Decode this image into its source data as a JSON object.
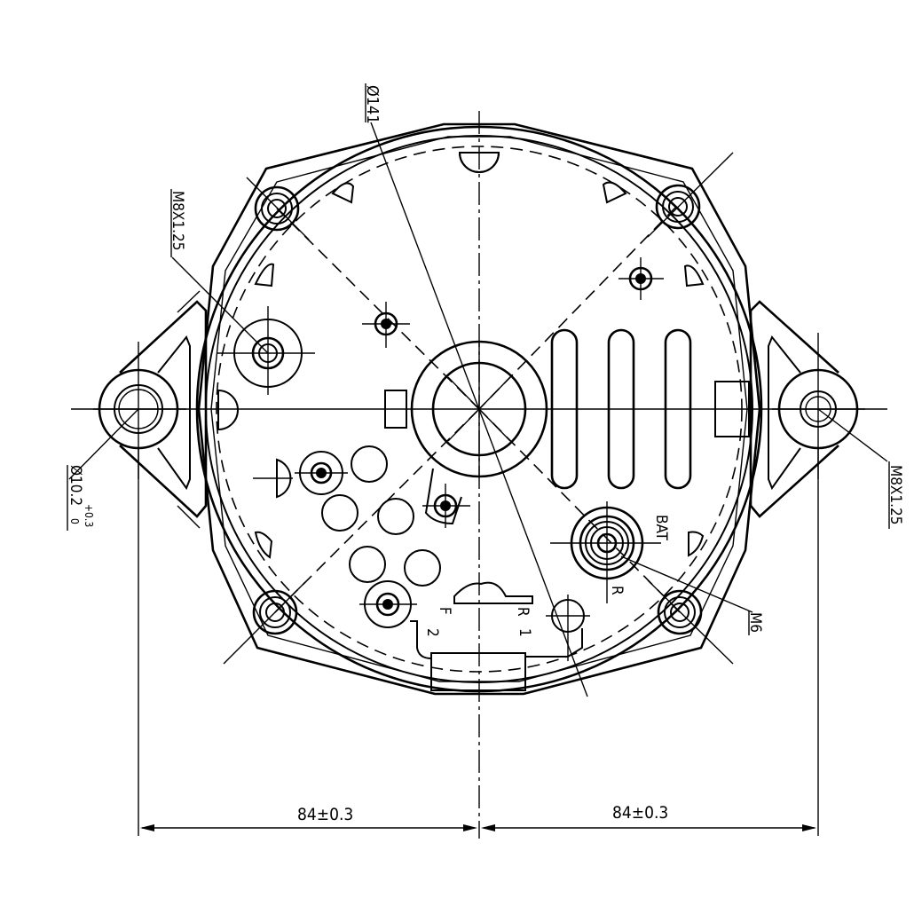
{
  "drawing": {
    "subject": "alternator rear end view",
    "line_color": "#000000",
    "background": "#ffffff"
  },
  "labels": {
    "diameter_141": "Ø141",
    "thread_left": "M8X1.25",
    "thread_right": "M8X1.25",
    "hole_dia": "Ø10.2",
    "hole_tol_upper": "+0.3",
    "hole_tol_lower": "0",
    "bat_terminal": "BAT",
    "m6_thread": "M6",
    "terminal_f": "F",
    "terminal_2": "2",
    "terminal_r": "R",
    "terminal_1": "1",
    "terminal_r2": "R"
  },
  "dimensions": {
    "left_span": "84±0.3",
    "right_span": "84±0.3"
  }
}
